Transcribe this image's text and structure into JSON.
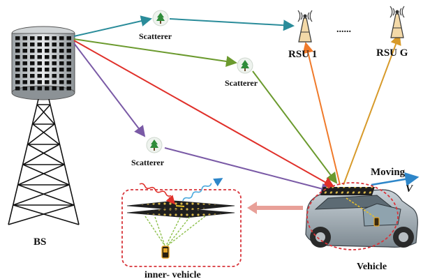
{
  "labels": {
    "bs": "BS",
    "scatterer_1": "Scatterer",
    "scatterer_2": "Scatterer",
    "scatterer_3": "Scatterer",
    "rsu_1": "RSU 1",
    "rsu_g": "RSU G",
    "ellipsis": "......",
    "moving": "Moving",
    "velocity": "V",
    "vehicle": "Vehicle",
    "inner_vehicle": "inner- vehicle"
  },
  "colors": {
    "teal_link": "#2a8c9a",
    "olive_link": "#6b9a2e",
    "red_link": "#e0302a",
    "purple_link": "#7a5aa6",
    "orange_link": "#f07a2a",
    "gold_link": "#d79a2a",
    "dashed_box": "#d8343a",
    "transfer_arrow": "#e8a098",
    "moving_arrow": "#2d86c9",
    "tree": "#2f8c3a"
  },
  "icons": {
    "bs": "base-station-tower-icon",
    "scatterer": "tree-icon",
    "rsu": "antenna-icon",
    "vehicle": "car-icon",
    "phone": "mobile-phone-icon"
  }
}
